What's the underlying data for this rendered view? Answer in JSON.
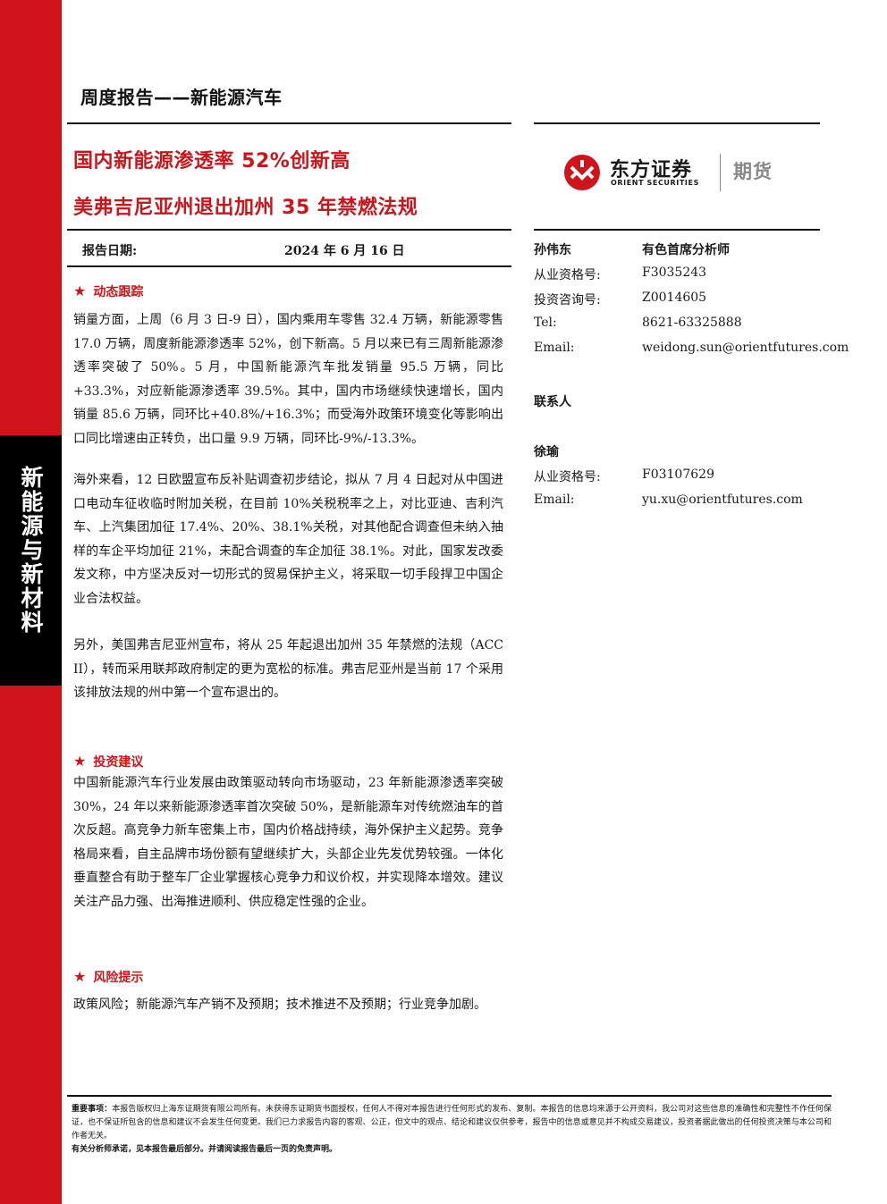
{
  "header": {
    "title": "周度报告——新能源汽车"
  },
  "headline": {
    "line1": "国内新能源渗透率 52%创新高",
    "line2": "美弗吉尼亚州退出加州 35 年禁燃法规"
  },
  "brand": {
    "name_cn": "东方证券",
    "name_en": "ORIENT SECURITIES",
    "sub": "期货",
    "accent_color": "#d0141c"
  },
  "side_tab": {
    "label": "新能源与新材料"
  },
  "report_date": {
    "label": "报告日期:",
    "value": "2024 年 6 月 16 日"
  },
  "sections": [
    {
      "title": "动态跟踪",
      "paragraphs": [
        "销量方面，上周（6 月 3 日-9 日），国内乘用车零售 32.4 万辆，新能源零售 17.0 万辆，周度新能源渗透率 52%，创下新高。5 月以来已有三周新能源渗透率突破了 50%。5 月，中国新能源汽车批发销量 95.5 万辆，同比+33.3%，对应新能源渗透率 39.5%。其中，国内市场继续快速增长，国内销量 85.6 万辆，同环比+40.8%/+16.3%；而受海外政策环境变化等影响出口同比增速由正转负，出口量 9.9 万辆，同环比-9%/-13.3%。",
        "海外来看，12 日欧盟宣布反补贴调查初步结论，拟从 7 月 4 日起对从中国进口电动车征收临时附加关税，在目前 10%关税税率之上，对比亚迪、吉利汽车、上汽集团加征 17.4%、20%、38.1%关税，对其他配合调查但未纳入抽样的车企平均加征 21%，未配合调查的车企加征 38.1%。对此，国家发改委发文称，中方坚决反对一切形式的贸易保护主义，将采取一切手段捍卫中国企业合法权益。",
        "另外，美国弗吉尼亚州宣布，将从 25 年起退出加州 35 年禁燃的法规（ACC II），转而采用联邦政府制定的更为宽松的标准。弗吉尼亚州是当前 17 个采用该排放法规的州中第一个宣布退出的。"
      ]
    },
    {
      "title": "投资建议",
      "paragraphs": [
        "中国新能源汽车行业发展由政策驱动转向市场驱动，23 年新能源渗透率突破 30%，24 年以来新能源渗透率首次突破 50%，是新能源车对传统燃油车的首次反超。高竞争力新车密集上市，国内价格战持续，海外保护主义起势。竞争格局来看，自主品牌市场份额有望继续扩大，头部企业先发优势较强。一体化垂直整合有助于整车厂企业掌握核心竞争力和议价权，并实现降本增效。建议关注产品力强、出海推进顺利、供应稳定性强的企业。"
      ]
    },
    {
      "title": "风险提示",
      "paragraphs": [
        "政策风险；新能源汽车产销不及预期；技术推进不及预期；行业竞争加剧。"
      ]
    }
  ],
  "analyst": {
    "name": "孙伟东",
    "role": "有色首席分析师",
    "qual_label": "从业资格号:",
    "qual": "F3035243",
    "consult_label": "投资咨询号:",
    "consult": "Z0014605",
    "tel_label": "Tel:",
    "tel": "8621-63325888",
    "email_label": "Email:",
    "email": "weidong.sun@orientfutures.com"
  },
  "contact": {
    "heading": "联系人",
    "name": "徐瑜",
    "qual_label": "从业资格号:",
    "qual": "F03107629",
    "email_label": "Email:",
    "email": "yu.xu@orientfutures.com"
  },
  "disclaimer": {
    "label": "重要事项：",
    "text": "本报告版权归上海东证期货有限公司所有。未获得东证期货书面授权，任何人不得对本报告进行任何形式的发布、复制。本报告的信息均来源于公开资料，我公司对这些信息的准确性和完整性不作任何保证，也不保证所包含的信息和建议不会发生任何变更。我们已力求报告内容的客观、公正，但文中的观点、结论和建议仅供参考，报告中的信息或意见并不构成交易建议，投资者据此做出的任何投资决策与本公司和作者无关。",
    "footer": "有关分析师承诺，见本报告最后部分。并请阅读报告最后一页的免责声明。"
  }
}
